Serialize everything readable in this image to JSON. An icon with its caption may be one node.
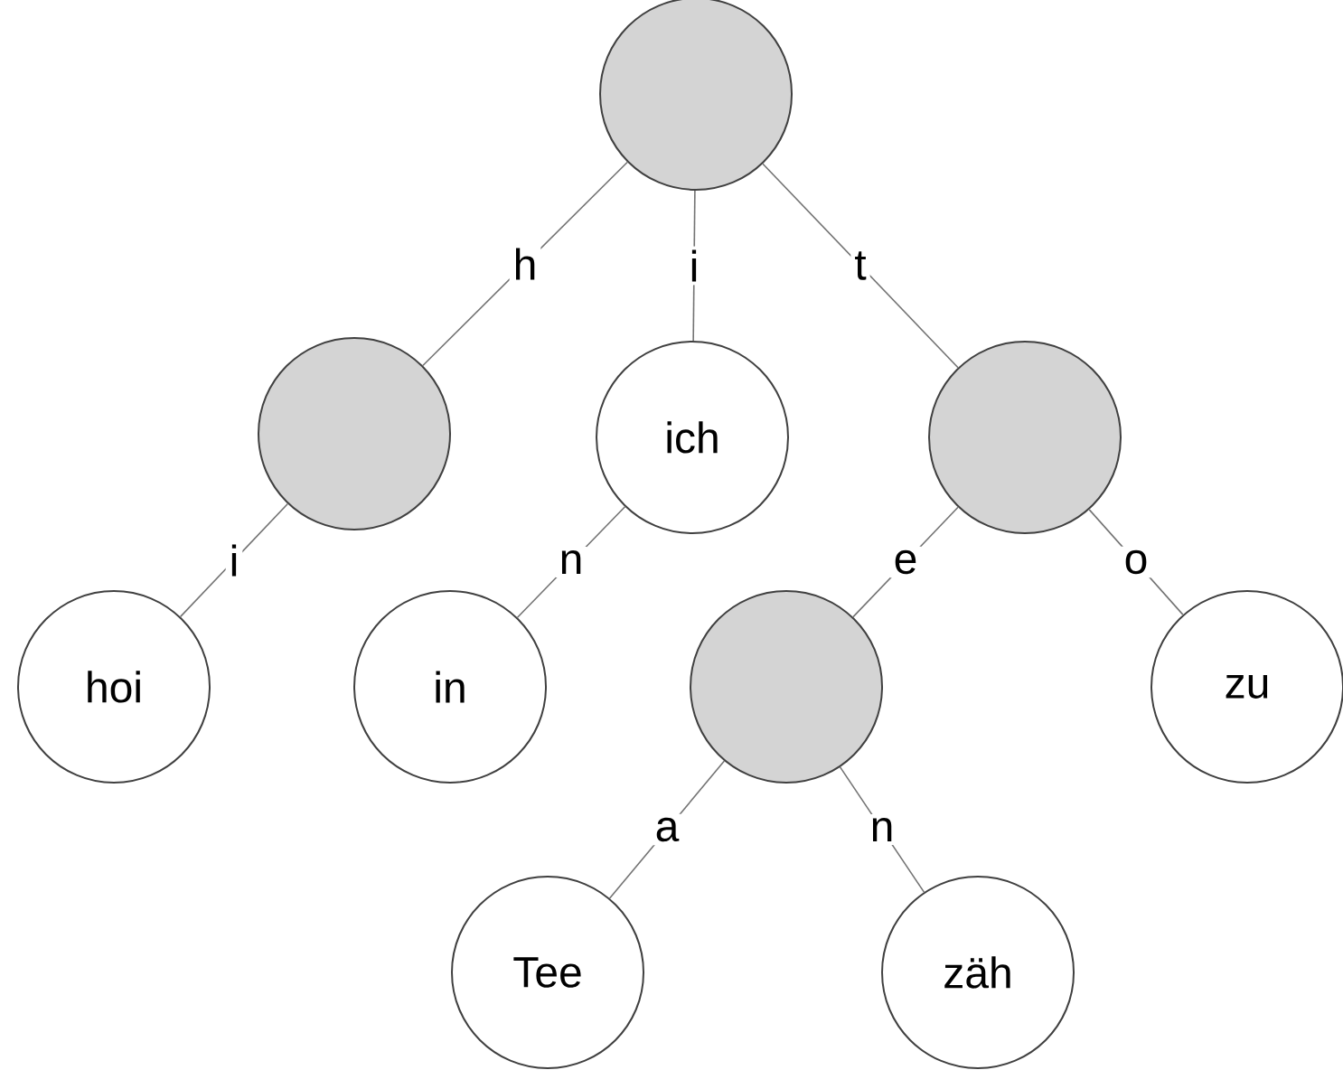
{
  "diagram": {
    "nodes": [
      {
        "text": [],
        "shape": "circle"
      },
      {
        "text": [],
        "shape": "circle"
      },
      {
        "text": [
          "ich"
        ]
      },
      {
        "text": [],
        "shape": "circle"
      },
      {
        "text": [
          "hoi"
        ]
      },
      {
        "text": [
          "in"
        ]
      },
      {
        "text": [],
        "shape": "circle"
      },
      {
        "text": [
          "zu"
        ]
      },
      {
        "text": [
          "Tee"
        ]
      },
      {
        "text": [
          "zäh"
        ]
      }
    ],
    "edges": [
      {
        "from": 0,
        "to": 1,
        "arrow": "none",
        "label": "h"
      },
      {
        "from": 0,
        "to": 2,
        "arrow": "none",
        "label": "i"
      },
      {
        "from": 0,
        "to": 3,
        "arrow": "none",
        "label": "t"
      },
      {
        "from": 1,
        "to": 4,
        "arrow": "none",
        "label": "i"
      },
      {
        "from": 2,
        "to": 5,
        "arrow": "none",
        "label": "n"
      },
      {
        "from": 3,
        "to": 6,
        "arrow": "none",
        "label": "e"
      },
      {
        "from": 3,
        "to": 7,
        "arrow": "none",
        "label": "o"
      },
      {
        "from": 6,
        "to": 8,
        "arrow": "none",
        "label": "a"
      },
      {
        "from": 6,
        "to": 9,
        "arrow": "none",
        "label": "n"
      }
    ]
  }
}
